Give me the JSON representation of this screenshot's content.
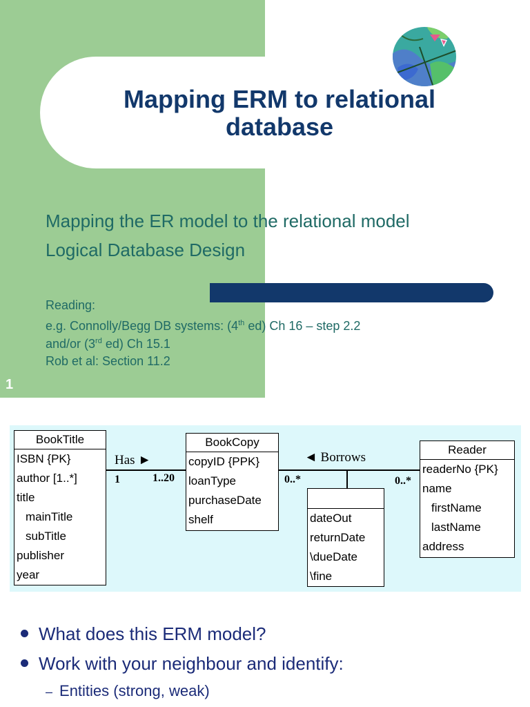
{
  "slide1": {
    "title": "Mapping ERM to relational database",
    "subtitle_lines": [
      "Mapping the ER model to the relational model",
      "Logical Database Design"
    ],
    "reading": {
      "heading": "Reading:",
      "line1": {
        "prefix": "e.g. Connolly/Begg DB systems: (4",
        "sup": "th",
        "suffix": " ed) Ch 16 – step 2.2"
      },
      "line2": {
        "prefix": "and/or (3",
        "sup": "rd",
        "suffix": " ed) Ch 15.1"
      },
      "line3": "Rob et al: Section 11.2"
    },
    "slide_number": "1",
    "colors": {
      "green": "#9ccc94",
      "navy": "#12386b",
      "teal_text": "#1f6a65"
    },
    "logo_icon": "globe-map-icon"
  },
  "diagram": {
    "booktitle": {
      "name": "BookTitle",
      "attributes": [
        "ISBN {PK}",
        "author  [1..*]",
        "title",
        "mainTitle",
        "subTitle",
        "publisher",
        "year"
      ]
    },
    "bookcopy": {
      "name": "BookCopy",
      "attributes": [
        "copyID {PPK}",
        "loanType",
        "purchaseDate",
        "shelf"
      ]
    },
    "reader": {
      "name": "Reader",
      "attributes": [
        "readerNo {PK}",
        "name",
        "firstName",
        "lastName",
        "address"
      ]
    },
    "borrows_class": {
      "attributes": [
        "dateOut",
        "returnDate",
        "\\dueDate",
        "\\fine"
      ]
    },
    "has_label": "Has ►",
    "borrows_label": "◄ Borrows",
    "mult_has_left": "1",
    "mult_has_right": "1..20",
    "mult_borrows_left": "0..*",
    "mult_borrows_right": "0..*"
  },
  "slide2_bullets": {
    "bullet1": "What does this ERM model?",
    "bullet2": "Work with your neighbour and identify:",
    "sub1": "Entities (strong, weak)"
  }
}
